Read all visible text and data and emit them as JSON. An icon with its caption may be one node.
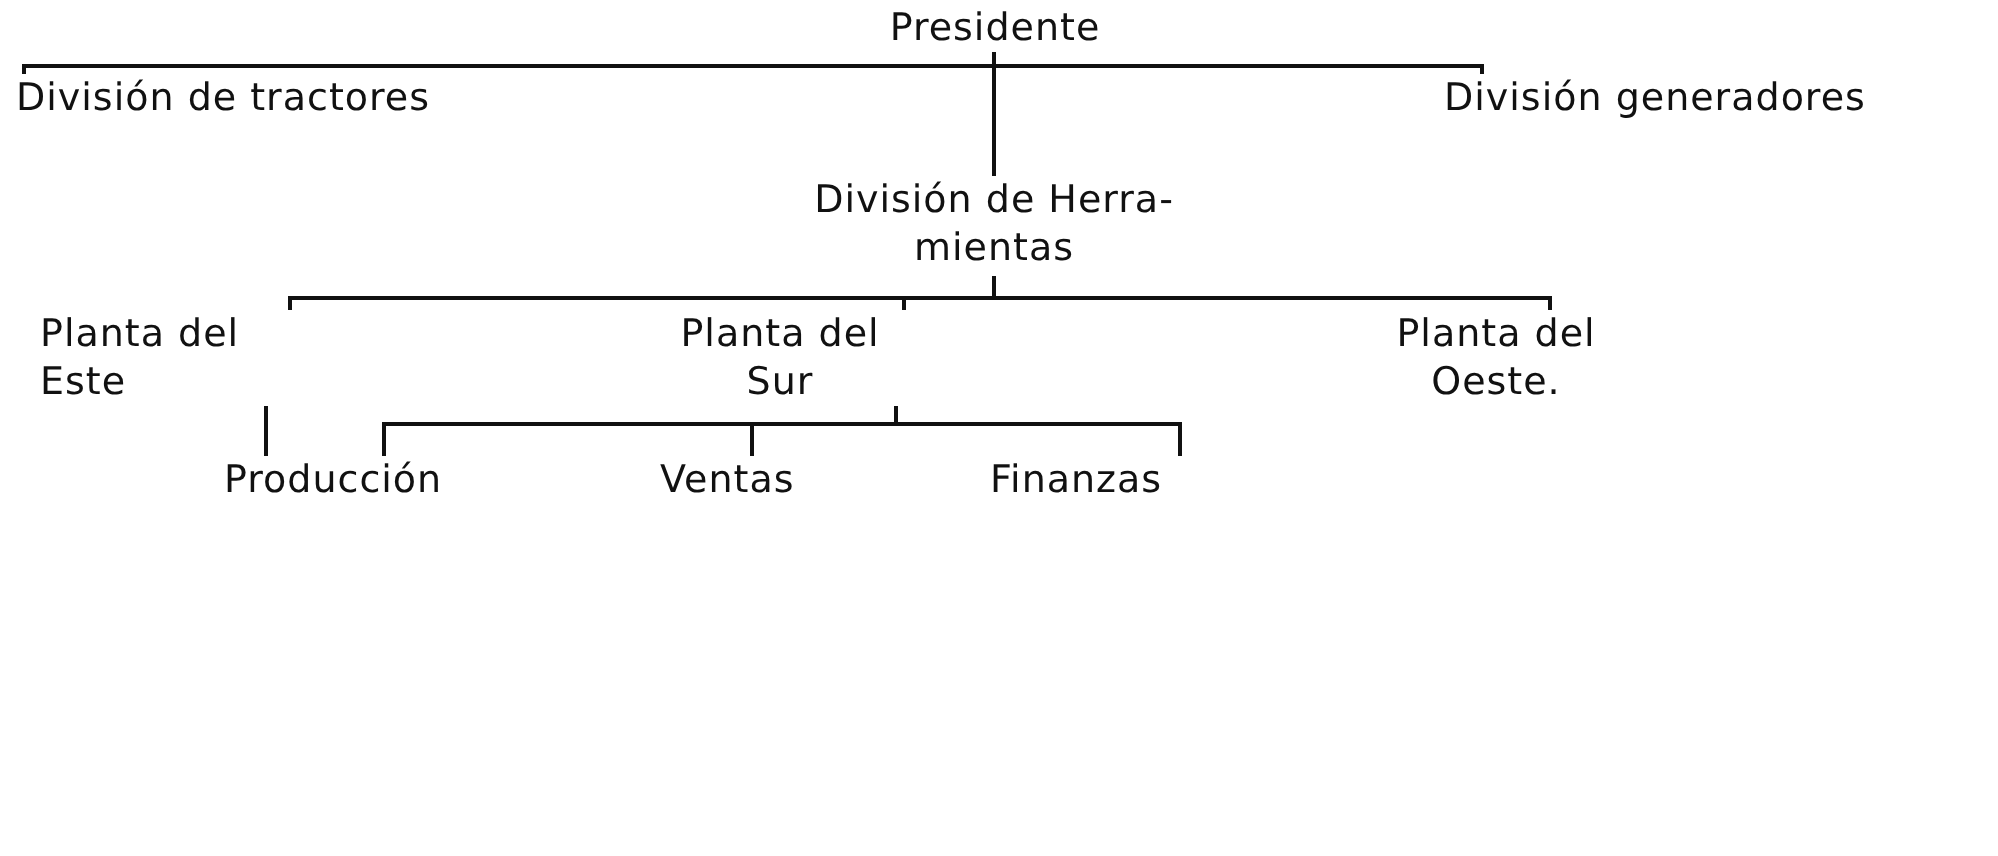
{
  "diagram": {
    "nodes": [
      {
        "text": [
          "Presidente"
        ]
      },
      {
        "text": [
          "División de tractores"
        ]
      },
      {
        "text": [
          "División generadores"
        ]
      },
      {
        "text": [
          "División de Herra- mientas"
        ]
      },
      {
        "text": [
          "Planta del Este"
        ]
      },
      {
        "text": [
          "Planta del Sur"
        ]
      },
      {
        "text": [
          "Planta del Oeste."
        ]
      },
      {
        "text": [
          "Producción"
        ]
      },
      {
        "text": [
          "Ventas"
        ]
      },
      {
        "text": [
          "Finanzas"
        ]
      }
    ],
    "edges": [
      {
        "from": 0,
        "to": 1,
        "arrow": "none"
      },
      {
        "from": 0,
        "to": 2,
        "arrow": "none"
      },
      {
        "from": 0,
        "to": 3,
        "arrow": "none"
      },
      {
        "from": 3,
        "to": 4,
        "arrow": "none"
      },
      {
        "from": 3,
        "to": 5,
        "arrow": "none"
      },
      {
        "from": 3,
        "to": 6,
        "arrow": "none"
      },
      {
        "from": 4,
        "to": 7,
        "arrow": "none"
      },
      {
        "from": 5,
        "to": 7,
        "arrow": "none"
      },
      {
        "from": 5,
        "to": 8,
        "arrow": "none"
      },
      {
        "from": 5,
        "to": 9,
        "arrow": "none"
      }
    ]
  }
}
